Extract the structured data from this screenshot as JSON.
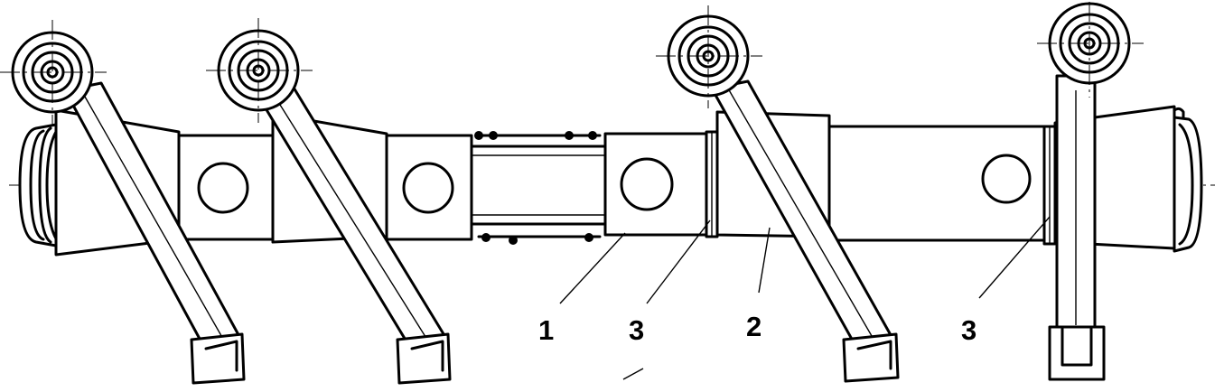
{
  "figure": {
    "callouts": [
      {
        "id": "part-1",
        "text": "1"
      },
      {
        "id": "part-3a",
        "text": "3"
      },
      {
        "id": "part-2",
        "text": "2"
      },
      {
        "id": "part-3b",
        "text": "3"
      }
    ]
  }
}
